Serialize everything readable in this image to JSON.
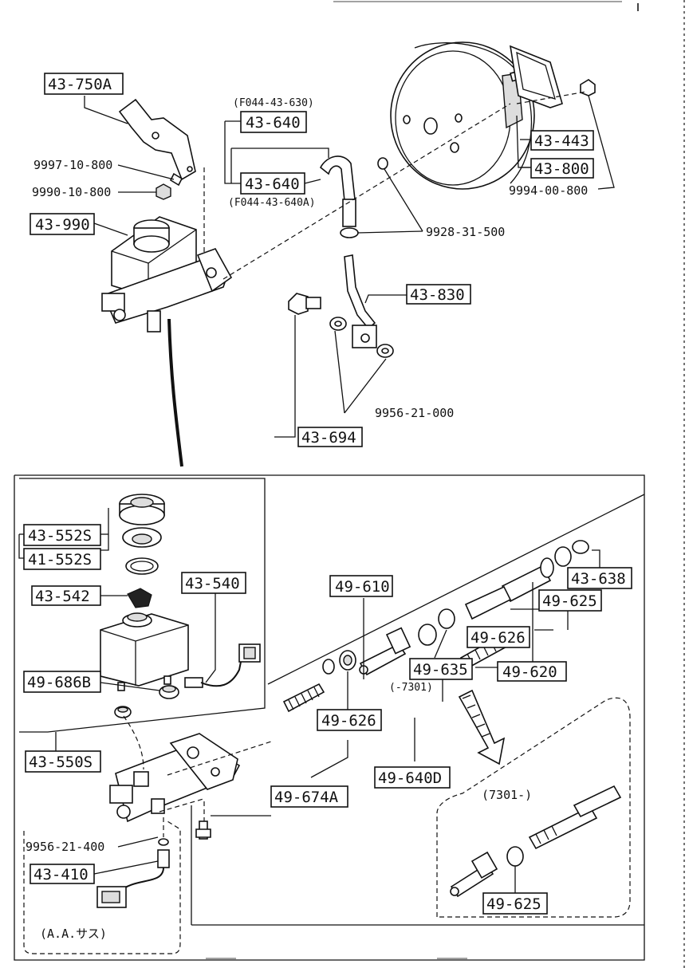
{
  "callouts": {
    "c43_750A": "43-750A",
    "c9997": "9997-10-800",
    "c9990": "9990-10-800",
    "c43_990": "43-990",
    "f044_630": "(F044-43-630)",
    "c43_640a": "43-640",
    "c43_640b": "43-640",
    "f044_640A": "(F044-43-640A)",
    "c43_443": "43-443",
    "c43_800": "43-800",
    "c9994": "9994-00-800",
    "c9928": "9928-31-500",
    "c43_830": "43-830",
    "c9956_21_000": "9956-21-000",
    "c43_694": "43-694",
    "c43_552S": "43-552S",
    "c41_552S": "41-552S",
    "c43_542": "43-542",
    "c43_540": "43-540",
    "c49_686B": "49-686B",
    "c43_550S": "43-550S",
    "c49_610": "49-610",
    "c43_638": "43-638",
    "c49_625a": "49-625",
    "c49_626a": "49-626",
    "c49_635": "49-635",
    "r7301": "(-7301)",
    "c49_620": "49-620",
    "c49_626b": "49-626",
    "c49_640D": "49-640D",
    "c49_674A": "49-674A",
    "r7301b": "(7301-)",
    "c49_625b": "49-625",
    "c9956_21_400": "9956-21-400",
    "c43_410": "43-410",
    "aa_note": "(A.A.サス)"
  }
}
